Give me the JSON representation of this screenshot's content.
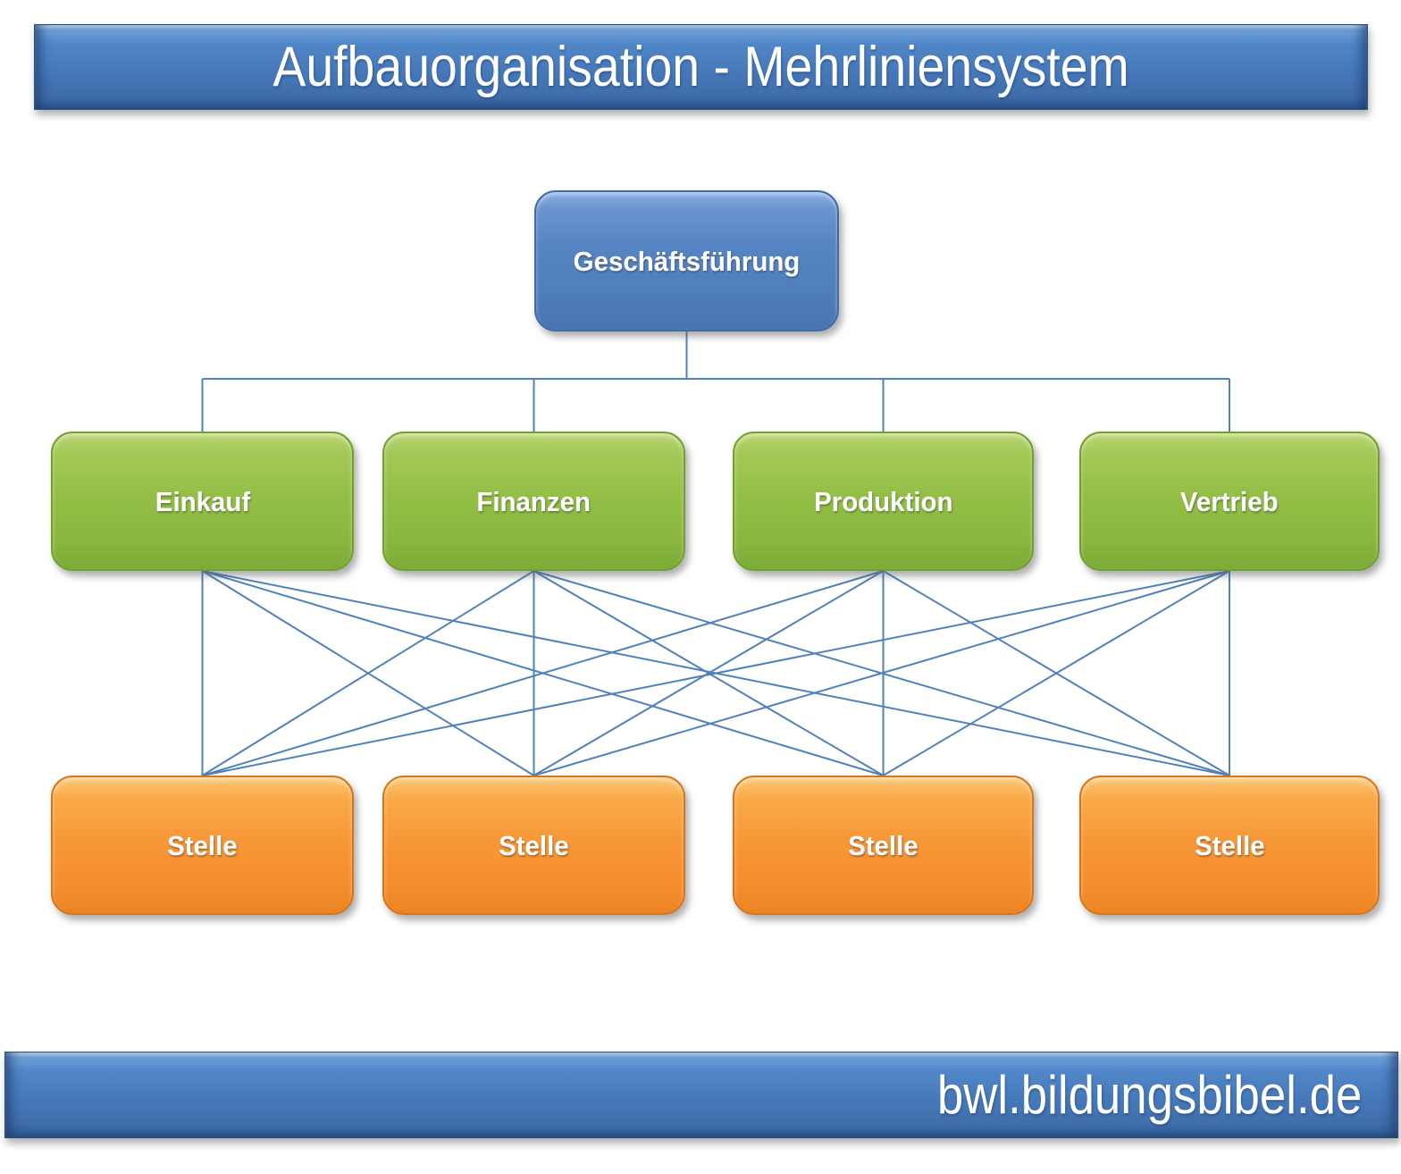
{
  "header": {
    "title": "Aufbauorganisation - Mehrliniensystem"
  },
  "footer": {
    "site": "bwl.bildungsbibel.de"
  },
  "diagram": {
    "type": "org-chart",
    "system": "Mehrliniensystem (multi-line system)",
    "root": {
      "label": "Geschäftsführung"
    },
    "departments": [
      {
        "label": "Einkauf"
      },
      {
        "label": "Finanzen"
      },
      {
        "label": "Produktion"
      },
      {
        "label": "Vertrieb"
      }
    ],
    "positions": [
      {
        "label": "Stelle"
      },
      {
        "label": "Stelle"
      },
      {
        "label": "Stelle"
      },
      {
        "label": "Stelle"
      }
    ],
    "edges": {
      "root_to_departments": "tree (root connects to all 4 departments)",
      "departments_to_positions": "full mesh (each department connects to every position)"
    }
  },
  "colors": {
    "banner_blue": "#4679b9",
    "root_node_blue": "#4f81bd",
    "department_green": "#8ab83f",
    "position_orange": "#f79433",
    "connector_blue": "#4f81bd",
    "label_text": "#ffffff",
    "background": "#ffffff"
  }
}
